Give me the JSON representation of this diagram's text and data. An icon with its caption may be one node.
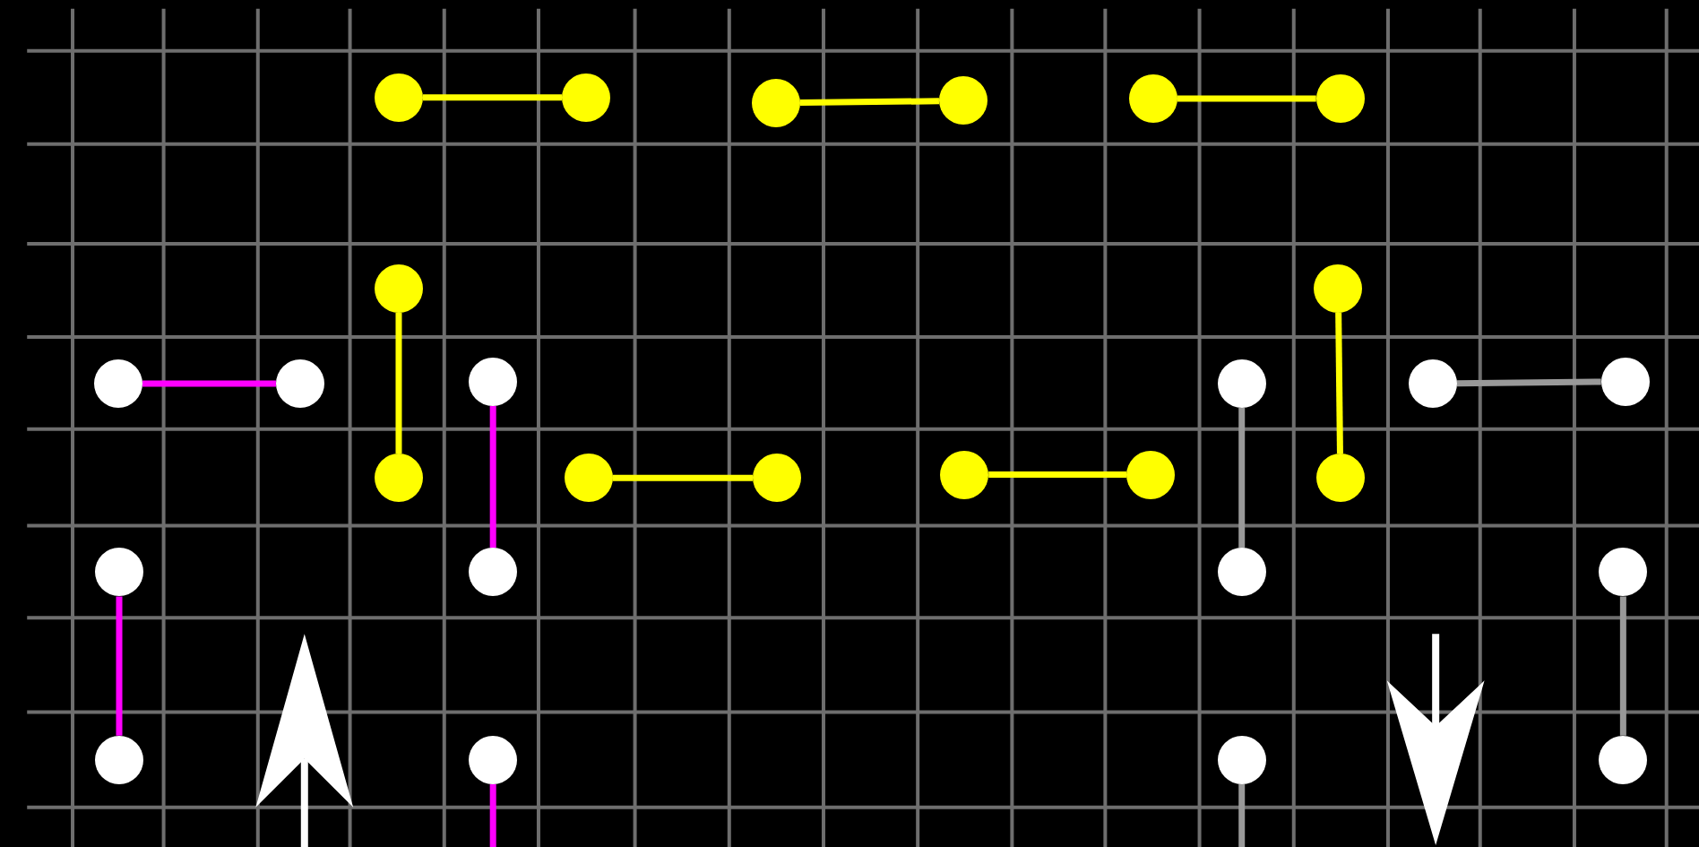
{
  "diagram": {
    "nodes": [
      {
        "text": [],
        "shape": "circle"
      },
      {
        "text": [],
        "shape": "circle"
      },
      {
        "text": [],
        "shape": "circle"
      },
      {
        "text": [],
        "shape": "circle"
      },
      {
        "text": [],
        "shape": "circle"
      },
      {
        "text": [],
        "shape": "circle"
      },
      {
        "text": [],
        "shape": "circle"
      },
      {
        "text": [],
        "shape": "circle"
      },
      {
        "text": [],
        "shape": "circle"
      },
      {
        "text": [],
        "shape": "circle"
      },
      {
        "text": [],
        "shape": "circle"
      },
      {
        "text": [],
        "shape": "circle"
      },
      {
        "text": [],
        "shape": "circle"
      },
      {
        "text": [],
        "shape": "circle"
      },
      {
        "text": [],
        "shape": "circle"
      },
      {
        "text": [],
        "shape": "circle"
      },
      {
        "text": [],
        "shape": "circle"
      },
      {
        "text": [],
        "shape": "circle"
      },
      {
        "text": [],
        "shape": "circle"
      },
      {
        "text": [],
        "shape": "circle"
      },
      {
        "text": [],
        "shape": "circle"
      },
      {
        "text": [],
        "shape": "circle"
      },
      {
        "text": [],
        "shape": "circle"
      },
      {
        "text": [],
        "shape": "circle"
      },
      {
        "text": [],
        "shape": "circle"
      },
      {
        "text": [],
        "shape": "circle"
      },
      {
        "text": [],
        "shape": "circle"
      },
      {
        "text": [],
        "shape": "circle"
      }
    ],
    "edges": [
      {
        "from": 0,
        "to": 1,
        "arrow": "none"
      },
      {
        "from": 2,
        "to": 3,
        "arrow": "none"
      },
      {
        "from": 4,
        "to": 5,
        "arrow": "none"
      },
      {
        "from": 6,
        "to": 14,
        "arrow": "none"
      },
      {
        "from": 7,
        "to": 19,
        "arrow": "none"
      },
      {
        "from": 8,
        "to": 9,
        "arrow": "none",
        "color": "#ff00ff"
      },
      {
        "from": 10,
        "to": 21,
        "arrow": "none",
        "color": "#ff00ff"
      },
      {
        "from": 11,
        "to": 22,
        "arrow": "none",
        "color": "#999999"
      },
      {
        "from": 12,
        "to": 13,
        "arrow": "none",
        "color": "#999999"
      },
      {
        "from": 15,
        "to": 16,
        "arrow": "none"
      },
      {
        "from": 17,
        "to": 18,
        "arrow": "none"
      },
      {
        "from": 20,
        "to": 24,
        "arrow": "none",
        "color": "#ff00ff"
      },
      {
        "from": 23,
        "to": 27,
        "arrow": "none",
        "color": "#999999"
      },
      {
        "from": 25,
        "to": null,
        "arrow": "none",
        "color": "#ff00ff"
      },
      {
        "from": 26,
        "to": null,
        "arrow": "none",
        "color": "#999999"
      }
    ]
  }
}
